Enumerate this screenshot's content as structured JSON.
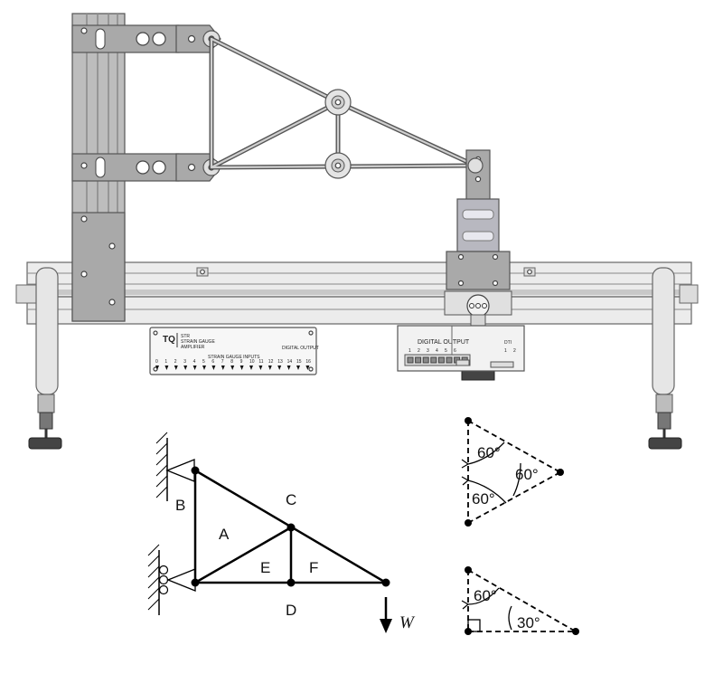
{
  "apparatus": {
    "strain_gauge_module": {
      "logo": "TQ",
      "text_lines": [
        "STR",
        "STRAIN GAUGE",
        "AMPLIFIER"
      ],
      "subtitle": "STRAIN GAUGE INPUTS",
      "output_label": "DIGITAL OUTPUT",
      "channels": [
        "0",
        "1",
        "2",
        "3",
        "4",
        "5",
        "6",
        "7",
        "8",
        "9",
        "10",
        "11",
        "12",
        "13",
        "14",
        "15",
        "16"
      ]
    },
    "display_module": {
      "title": "DIGITAL OUTPUT",
      "numbers": [
        "1",
        "2",
        "3",
        "4",
        "5",
        "6"
      ],
      "side_label": "DTI",
      "side_numbers": [
        "1",
        "2"
      ]
    }
  },
  "truss_diagram": {
    "region_labels": {
      "A": "A",
      "B": "B",
      "C": "C",
      "D": "D",
      "E": "E",
      "F": "F"
    },
    "load_label": "W"
  },
  "angle_diagrams": {
    "equilateral": {
      "top_left": "60°",
      "right": "60°",
      "bottom_left": "60°"
    },
    "right_triangle": {
      "top": "60°",
      "right": "30°"
    }
  }
}
